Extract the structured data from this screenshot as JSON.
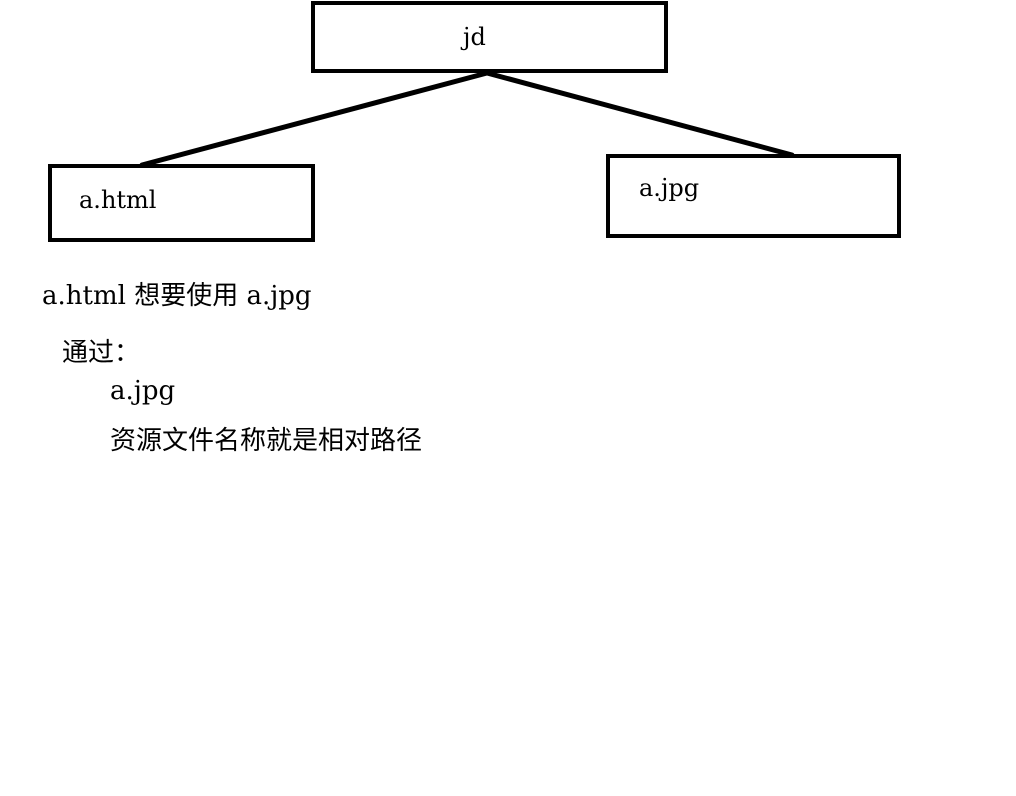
{
  "diagram": {
    "nodes": {
      "root": {
        "label": "jd"
      },
      "left": {
        "label": "a.html"
      },
      "right": {
        "label": "a.jpg"
      }
    },
    "edges": [
      {
        "from": "root",
        "to": "left"
      },
      {
        "from": "root",
        "to": "right"
      }
    ]
  },
  "notes": {
    "question": "a.html 想要使用 a.jpg",
    "via": "通过：",
    "file": "a.jpg",
    "rule": "资源文件名称就是相对路径"
  },
  "colors": {
    "line": "#000000",
    "background": "#ffffff"
  }
}
